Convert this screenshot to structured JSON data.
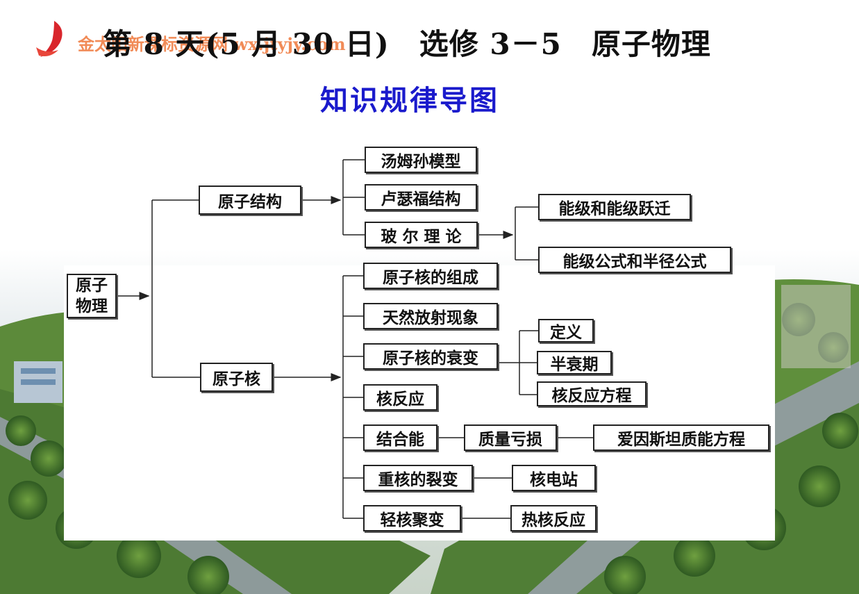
{
  "header": {
    "title": "第 8 天(5 月 30 日)　选修 3－5　原子物理",
    "watermark": "金太阳新课标资源网 wx.jtyjy.com"
  },
  "subtitle": "知识规律导图",
  "diagram": {
    "root": "原子物理",
    "atom_structure": {
      "label": "原子结构",
      "children": [
        "汤姆孙模型",
        "卢瑟福结构",
        "玻 尔 理 论"
      ],
      "bohr_children": [
        "能级和能级跃迁",
        "能级公式和半径公式"
      ]
    },
    "nucleus": {
      "label": "原子核",
      "children": [
        "原子核的组成",
        "天然放射现象",
        "原子核的衰变",
        "核反应",
        "结合能",
        "重核的裂变",
        "轻核聚变"
      ],
      "decay_children": [
        "定义",
        "半衰期",
        "核反应方程"
      ],
      "binding_chain": [
        "质量亏损",
        "爱因斯坦质能方程"
      ],
      "fission_child": "核电站",
      "fusion_child": "热核反应"
    }
  }
}
